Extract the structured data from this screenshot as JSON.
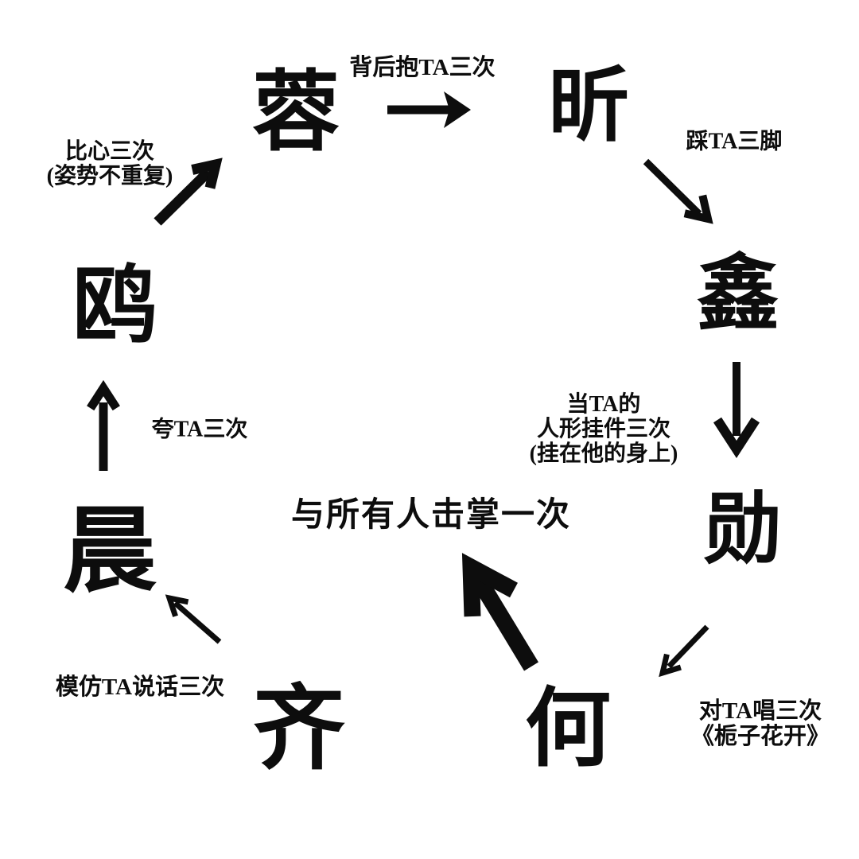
{
  "page": {
    "background_color": "#ffffff",
    "ink_color": "#0d0d0d"
  },
  "diagram": {
    "type": "cycle-diagram",
    "nodes": [
      {
        "name": "蓉"
      },
      {
        "name": "昕"
      },
      {
        "name": "鑫"
      },
      {
        "name": "勋"
      },
      {
        "name": "何"
      },
      {
        "name": "齐"
      },
      {
        "name": "晨"
      },
      {
        "name": "鸥"
      }
    ],
    "edges": [
      {
        "from": "蓉",
        "to": "昕",
        "lines": [
          "背后抱TA三次"
        ]
      },
      {
        "from": "昕",
        "to": "鑫",
        "lines": [
          "踩TA三脚"
        ]
      },
      {
        "from": "鑫",
        "to": "勋",
        "lines": [
          "当TA的",
          "人形挂件三次",
          "(挂在他的身上)"
        ]
      },
      {
        "from": "勋",
        "to": "何",
        "lines": [
          "对TA唱三次",
          "《栀子花开》"
        ]
      },
      {
        "from": "何",
        "to": "center-text",
        "lines": [
          "与所有人击掌一次"
        ]
      },
      {
        "from": "齐",
        "to": "晨",
        "lines": [
          "模仿TA说话三次"
        ]
      },
      {
        "from": "晨",
        "to": "鸥",
        "lines": [
          "夸TA三次"
        ]
      },
      {
        "from": "鸥",
        "to": "蓉",
        "lines": [
          "比心三次",
          "(姿势不重复)"
        ]
      }
    ]
  }
}
